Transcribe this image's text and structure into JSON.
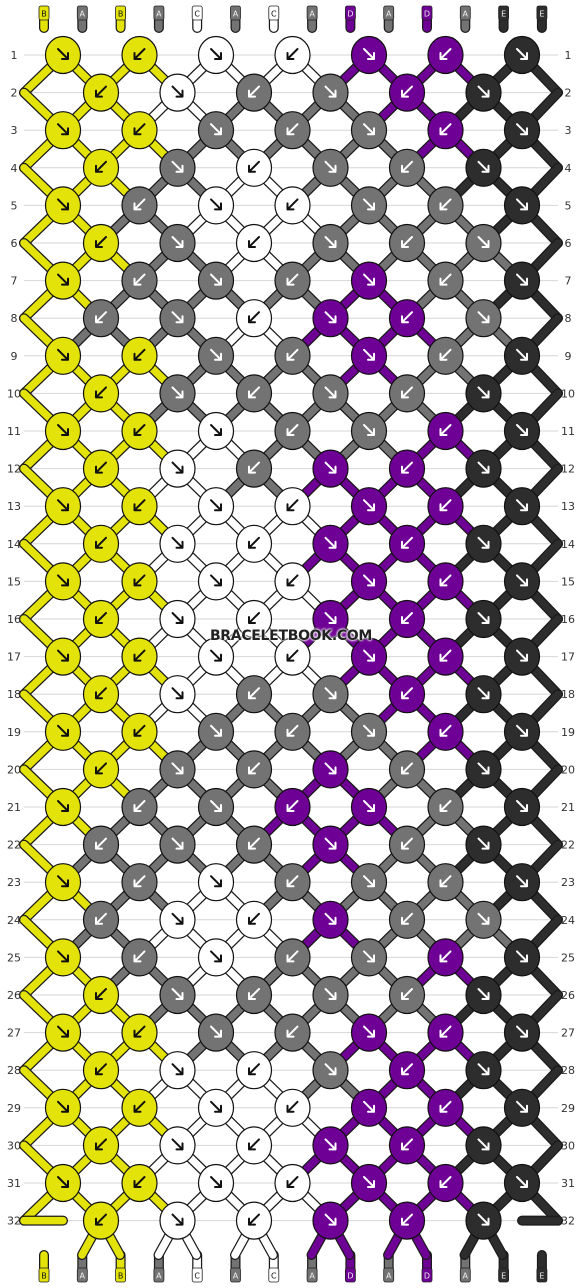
{
  "colors": {
    "A": "#737373",
    "B": "#e3e30a",
    "C": "#ffffff",
    "D": "#6f0096",
    "E": "#2d2d2d"
  },
  "strings": [
    "B",
    "A",
    "B",
    "A",
    "C",
    "A",
    "C",
    "A",
    "D",
    "A",
    "D",
    "A",
    "E",
    "E"
  ],
  "row_numbers": [
    "1",
    "2",
    "3",
    "4",
    "5",
    "6",
    "7",
    "8",
    "9",
    "10",
    "11",
    "12",
    "13",
    "14",
    "15",
    "16",
    "17",
    "18",
    "19",
    "20",
    "21",
    "22",
    "23",
    "24",
    "25",
    "26",
    "27",
    "28",
    "29",
    "30",
    "31",
    "32"
  ],
  "rows": [
    [
      "B",
      "B",
      "C",
      "C",
      "D",
      "D",
      "E"
    ],
    [
      "B",
      "C",
      "A",
      "A",
      "D",
      "E"
    ],
    [
      "B",
      "B",
      "A",
      "A",
      "A",
      "D",
      "E"
    ],
    [
      "B",
      "A",
      "C",
      "A",
      "A",
      "E"
    ],
    [
      "B",
      "A",
      "C",
      "C",
      "A",
      "A",
      "E"
    ],
    [
      "B",
      "A",
      "C",
      "A",
      "A",
      "A"
    ],
    [
      "B",
      "A",
      "A",
      "A",
      "D",
      "A",
      "E"
    ],
    [
      "A",
      "A",
      "C",
      "D",
      "D",
      "A"
    ],
    [
      "B",
      "B",
      "A",
      "A",
      "D",
      "A",
      "E"
    ],
    [
      "B",
      "A",
      "A",
      "A",
      "A",
      "E"
    ],
    [
      "B",
      "B",
      "C",
      "A",
      "A",
      "D",
      "E"
    ],
    [
      "B",
      "C",
      "A",
      "D",
      "D",
      "E"
    ],
    [
      "B",
      "B",
      "C",
      "C",
      "D",
      "D",
      "E"
    ],
    [
      "B",
      "C",
      "C",
      "D",
      "D",
      "E"
    ],
    [
      "B",
      "B",
      "C",
      "C",
      "D",
      "D",
      "E"
    ],
    [
      "B",
      "C",
      "C",
      "D",
      "D",
      "E"
    ],
    [
      "B",
      "B",
      "C",
      "C",
      "D",
      "D",
      "E"
    ],
    [
      "B",
      "C",
      "A",
      "A",
      "D",
      "E"
    ],
    [
      "B",
      "B",
      "A",
      "A",
      "A",
      "D",
      "E"
    ],
    [
      "B",
      "A",
      "A",
      "D",
      "A",
      "E"
    ],
    [
      "B",
      "A",
      "A",
      "D",
      "D",
      "A",
      "E"
    ],
    [
      "A",
      "A",
      "A",
      "D",
      "A",
      "E"
    ],
    [
      "B",
      "A",
      "C",
      "A",
      "A",
      "A",
      "E"
    ],
    [
      "A",
      "C",
      "C",
      "D",
      "A",
      "A"
    ],
    [
      "B",
      "A",
      "C",
      "A",
      "A",
      "D",
      "E"
    ],
    [
      "B",
      "A",
      "A",
      "A",
      "A",
      "E"
    ],
    [
      "B",
      "B",
      "A",
      "A",
      "D",
      "D",
      "E"
    ],
    [
      "B",
      "C",
      "C",
      "A",
      "D",
      "E"
    ],
    [
      "B",
      "B",
      "C",
      "C",
      "D",
      "D",
      "E"
    ],
    [
      "B",
      "C",
      "C",
      "D",
      "D",
      "E"
    ],
    [
      "B",
      "B",
      "C",
      "C",
      "D",
      "D",
      "E"
    ],
    [
      "B",
      "C",
      "C",
      "D",
      "D",
      "E"
    ]
  ],
  "watermark": "BRACELETBOOK.COM"
}
